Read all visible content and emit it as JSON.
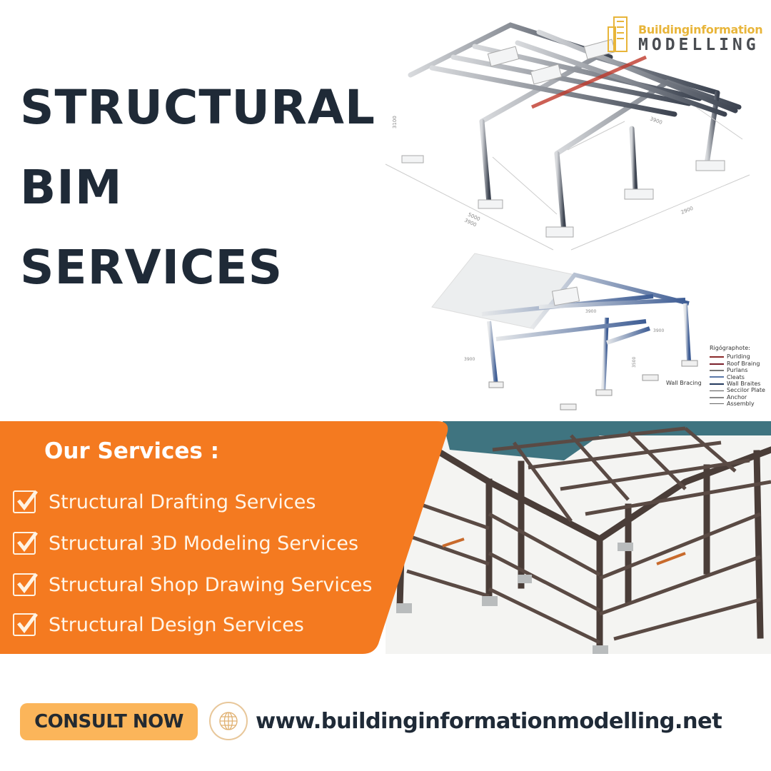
{
  "headline": {
    "line1": "STRUCTURAL",
    "line2": "BIM",
    "line3": "SERVICES"
  },
  "logo": {
    "line1": "Buildinginformation",
    "line2": "MODELLING"
  },
  "drawing1": {
    "dimensions": [
      "3900",
      "2900",
      "5000",
      "3900",
      "3100"
    ]
  },
  "drawing2": {
    "dimensions": [
      "3900",
      "3900",
      "3500",
      "3900"
    ],
    "callout": "Wall Bracing",
    "legend": {
      "title": "Rigógraphote:",
      "items": [
        {
          "label": "Purlding",
          "color": "#8b2a2a"
        },
        {
          "label": "Roof Braing",
          "color": "#7a1f2b"
        },
        {
          "label": "Purlans",
          "color": "#777777"
        },
        {
          "label": "Cleats",
          "color": "#5a78a8"
        },
        {
          "label": "Wall Braites",
          "color": "#243a5e"
        },
        {
          "label": "Seccilor Plate",
          "color": "#555555"
        },
        {
          "label": "Anchor",
          "color": "#888888"
        },
        {
          "label": "Assembly",
          "color": "#666666"
        }
      ]
    }
  },
  "services": {
    "title": "Our Services :",
    "items": [
      "Structural Drafting Services",
      "Structural 3D Modeling Services",
      "Structural Shop Drawing Services",
      "Structural Design Services"
    ]
  },
  "footer": {
    "cta": "CONSULT NOW",
    "url": "www.buildinginformationmodelling.net"
  },
  "colors": {
    "accent": "#f47a20",
    "navy": "#1f2a37",
    "cta": "#fbb55a",
    "logo_gold": "#e8b53a"
  }
}
